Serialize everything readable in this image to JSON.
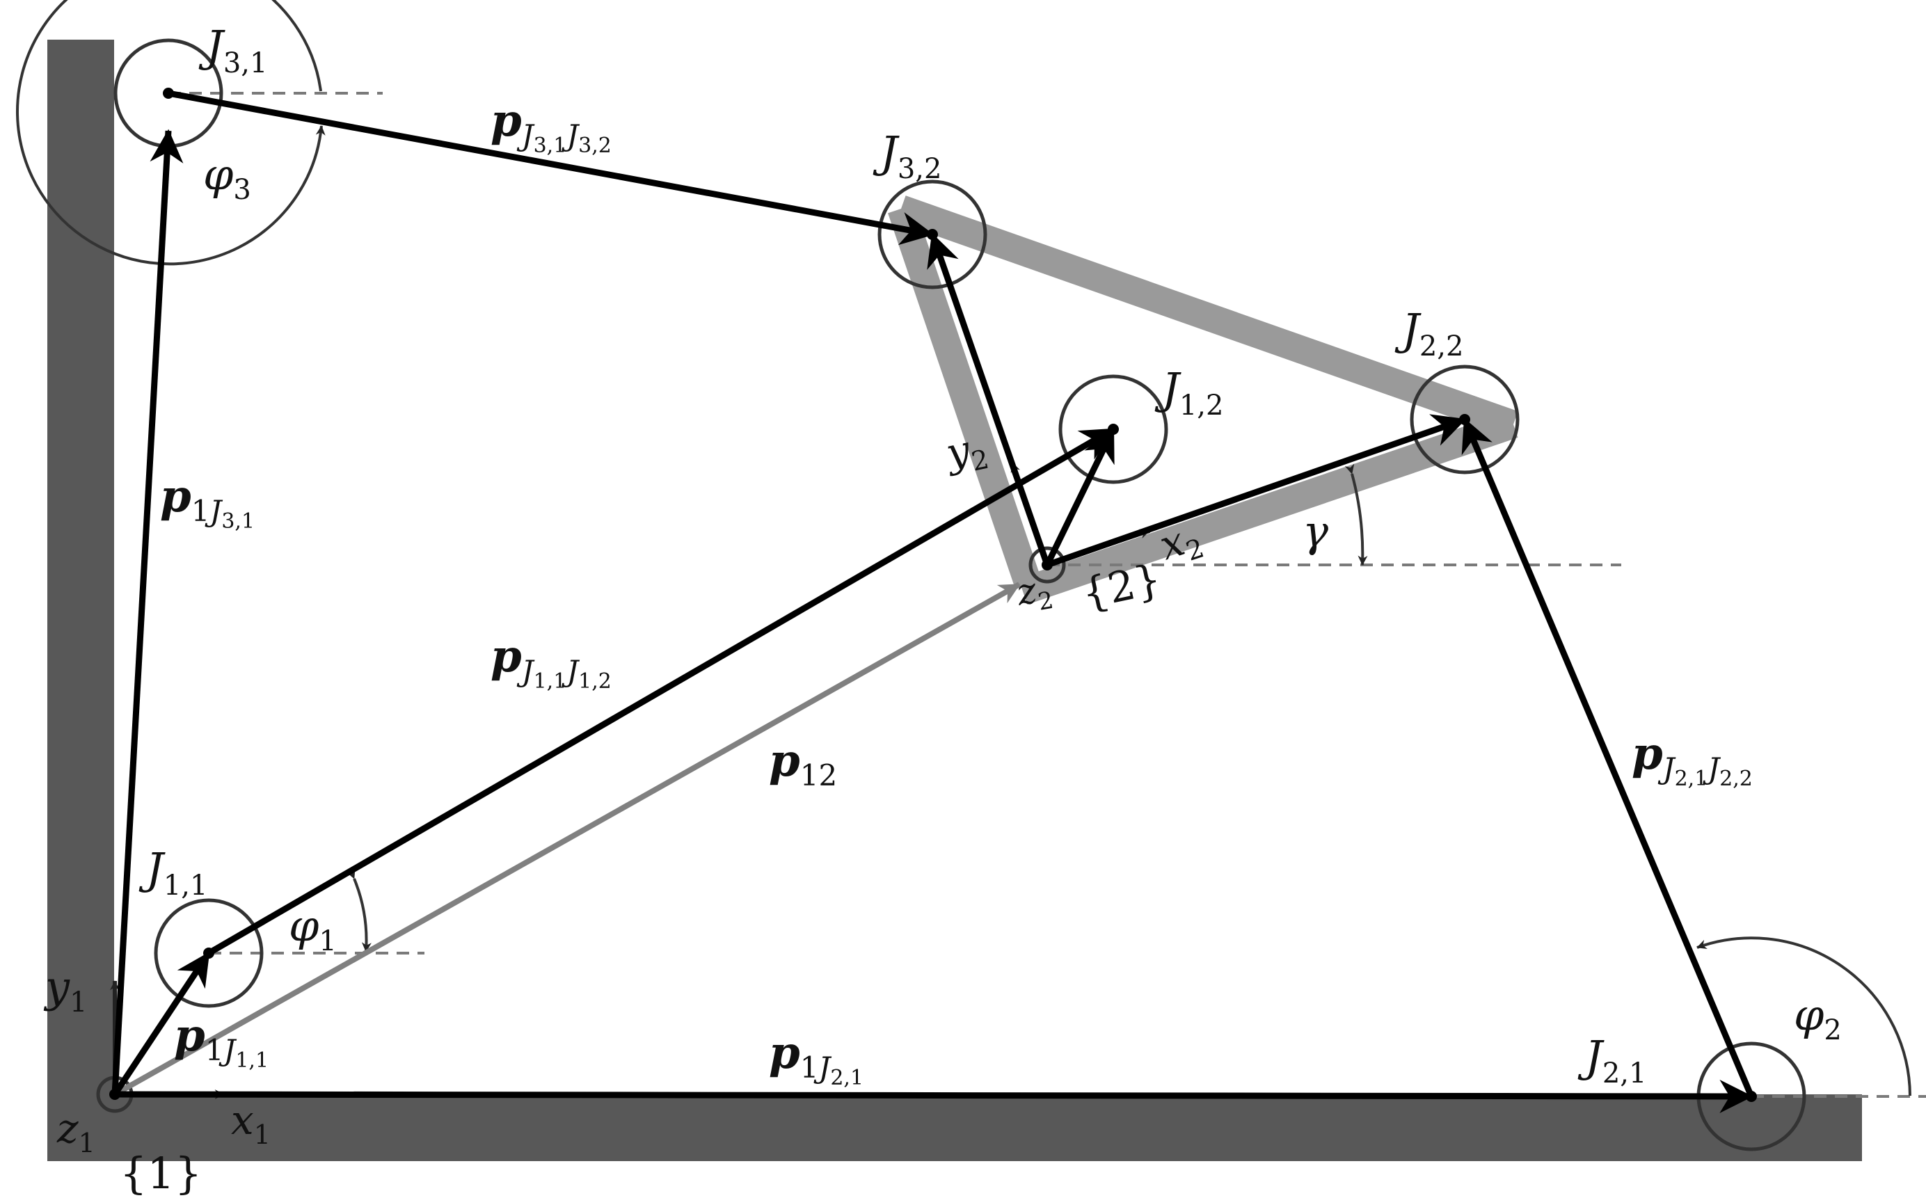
{
  "colors": {
    "base": "#585858",
    "platform": "#9a9a9a",
    "vector": "#000000",
    "p12": "#808080",
    "circle": "#333333",
    "dashed": "#7a7a7a"
  },
  "joints": {
    "J11": {
      "symbol": "J",
      "sub": "1,1"
    },
    "J21": {
      "symbol": "J",
      "sub": "2,1"
    },
    "J31": {
      "symbol": "J",
      "sub": "3,1"
    },
    "J12": {
      "symbol": "J",
      "sub": "1,2"
    },
    "J22": {
      "symbol": "J",
      "sub": "2,2"
    },
    "J32": {
      "symbol": "J",
      "sub": "3,2"
    }
  },
  "frames": {
    "frame1": {
      "label": "{1}",
      "x": "x",
      "x_sub": "1",
      "y": "y",
      "y_sub": "1",
      "z": "z",
      "z_sub": "1"
    },
    "frame2": {
      "label": "{2}",
      "x": "x",
      "x_sub": "2",
      "y": "y",
      "y_sub": "2",
      "z": "z",
      "z_sub": "2"
    }
  },
  "vectors": {
    "p1J11": {
      "symbol": "p",
      "sub1": "1",
      "sub2": "J",
      "sub3": "1,1"
    },
    "p1J21": {
      "symbol": "p",
      "sub1": "1",
      "sub2": "J",
      "sub3": "2,1"
    },
    "p1J31": {
      "symbol": "p",
      "sub1": "1",
      "sub2": "J",
      "sub3": "3,1"
    },
    "pJ11J12": {
      "symbol": "p",
      "a": "J",
      "a_sub": "1,1",
      "b": "J",
      "b_sub": "1,2"
    },
    "pJ21J22": {
      "symbol": "p",
      "a": "J",
      "a_sub": "2,1",
      "b": "J",
      "b_sub": "2,2"
    },
    "pJ31J32": {
      "symbol": "p",
      "a": "J",
      "a_sub": "3,1",
      "b": "J",
      "b_sub": "3,2"
    },
    "p12": {
      "symbol": "p",
      "sub": "12"
    }
  },
  "angles": {
    "phi1": {
      "symbol": "φ",
      "sub": "1"
    },
    "phi2": {
      "symbol": "φ",
      "sub": "2"
    },
    "phi3": {
      "symbol": "φ",
      "sub": "3"
    },
    "gamma": {
      "symbol": "γ"
    }
  }
}
